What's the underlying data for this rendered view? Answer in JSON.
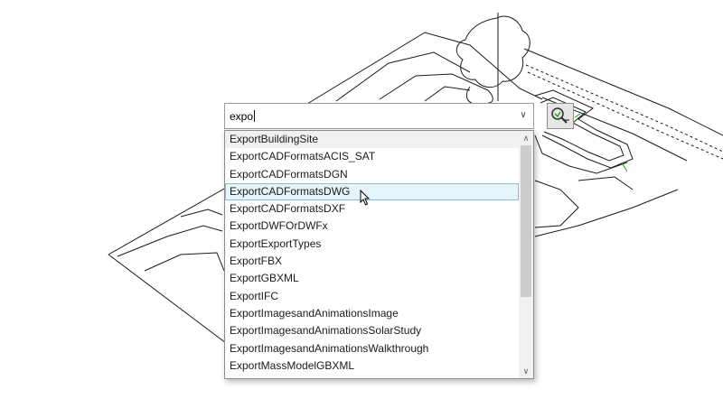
{
  "search": {
    "value": "expo",
    "dropdown_icon": "chevron-down-icon"
  },
  "search_button": {
    "icon": "magnifier-search-icon"
  },
  "results": [
    "ExportBuildingSite",
    "ExportCADFormatsACIS_SAT",
    "ExportCADFormatsDGN",
    "ExportCADFormatsDWG",
    "ExportCADFormatsDXF",
    "ExportDWFOrDWFx",
    "ExportExportTypes",
    "ExportFBX",
    "ExportGBXML",
    "ExportIFC",
    "ExportImagesandAnimationsImage",
    "ExportImagesandAnimationsSolarStudy",
    "ExportImagesandAnimationsWalkthrough",
    "ExportMassModelGBXML"
  ],
  "hovered_result": "ExportCADFormatsDWG",
  "colors": {
    "hover_fill": "#e5f3fb",
    "hover_border": "#7fbfe8",
    "accent_green": "#19a319"
  }
}
